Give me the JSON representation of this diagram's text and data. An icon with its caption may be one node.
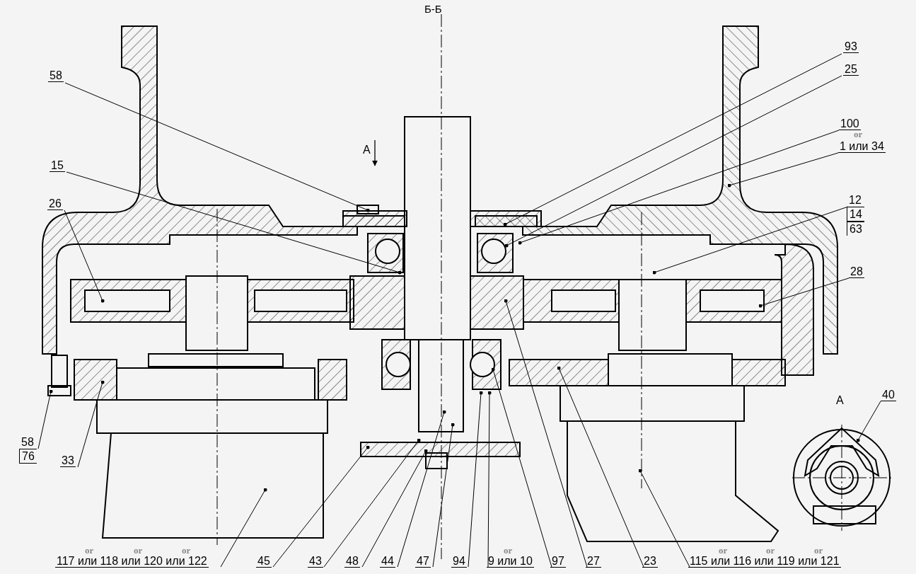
{
  "diagram": {
    "title": "Б-Б",
    "nodes": [
      {
        "text": [
          "93"
        ]
      },
      {
        "text": [
          "25"
        ]
      },
      {
        "text": [
          "58"
        ]
      },
      {
        "text": [
          "100"
        ]
      },
      {
        "text": [
          "1 или 34"
        ]
      },
      {
        "text": [
          "15"
        ]
      },
      {
        "text": [
          "26"
        ]
      },
      {
        "text": [
          "12",
          "14",
          "63"
        ]
      },
      {
        "text": [
          "28"
        ]
      },
      {
        "text": [
          "58",
          "76"
        ]
      },
      {
        "text": [
          "33"
        ]
      },
      {
        "text": [
          "40"
        ]
      },
      {
        "text": [
          "117 или 118 или 120 или 122"
        ]
      },
      {
        "text": [
          "45"
        ]
      },
      {
        "text": [
          "43"
        ]
      },
      {
        "text": [
          "48"
        ]
      },
      {
        "text": [
          "44"
        ]
      },
      {
        "text": [
          "47"
        ]
      },
      {
        "text": [
          "94"
        ]
      },
      {
        "text": [
          "9 или 10"
        ]
      },
      {
        "text": [
          "97"
        ]
      },
      {
        "text": [
          "27"
        ]
      },
      {
        "text": [
          "23"
        ]
      },
      {
        "text": [
          "115 или 116 или 119 или 121"
        ]
      }
    ],
    "edges": [
      {
        "from": 0,
        "to": null,
        "arrow": "other"
      },
      {
        "from": 1,
        "to": null,
        "arrow": "other"
      },
      {
        "from": 2,
        "to": null,
        "arrow": "other"
      },
      {
        "from": 3,
        "to": null,
        "arrow": "other"
      },
      {
        "from": 4,
        "to": null,
        "arrow": "other"
      },
      {
        "from": 5,
        "to": null,
        "arrow": "other"
      },
      {
        "from": 6,
        "to": null,
        "arrow": "other"
      },
      {
        "from": 7,
        "to": null,
        "arrow": "other"
      },
      {
        "from": 8,
        "to": null,
        "arrow": "other"
      },
      {
        "from": 9,
        "to": null,
        "arrow": "other"
      },
      {
        "from": 10,
        "to": null,
        "arrow": "other"
      },
      {
        "from": 11,
        "to": null,
        "arrow": "other"
      },
      {
        "from": 12,
        "to": null,
        "arrow": "other"
      },
      {
        "from": 13,
        "to": null,
        "arrow": "other"
      },
      {
        "from": 14,
        "to": null,
        "arrow": "other"
      },
      {
        "from": 15,
        "to": null,
        "arrow": "other"
      },
      {
        "from": 16,
        "to": null,
        "arrow": "other"
      },
      {
        "from": 17,
        "to": null,
        "arrow": "other"
      },
      {
        "from": 18,
        "to": null,
        "arrow": "other"
      },
      {
        "from": 19,
        "to": null,
        "arrow": "other"
      },
      {
        "from": 20,
        "to": null,
        "arrow": "other"
      },
      {
        "from": 21,
        "to": null,
        "arrow": "other"
      },
      {
        "from": 22,
        "to": null,
        "arrow": "other"
      },
      {
        "from": 23,
        "to": null,
        "arrow": "other"
      }
    ],
    "labels": [
      "A",
      "A",
      "or",
      "or",
      "or",
      "or",
      "or",
      "or",
      "or",
      "or"
    ]
  }
}
